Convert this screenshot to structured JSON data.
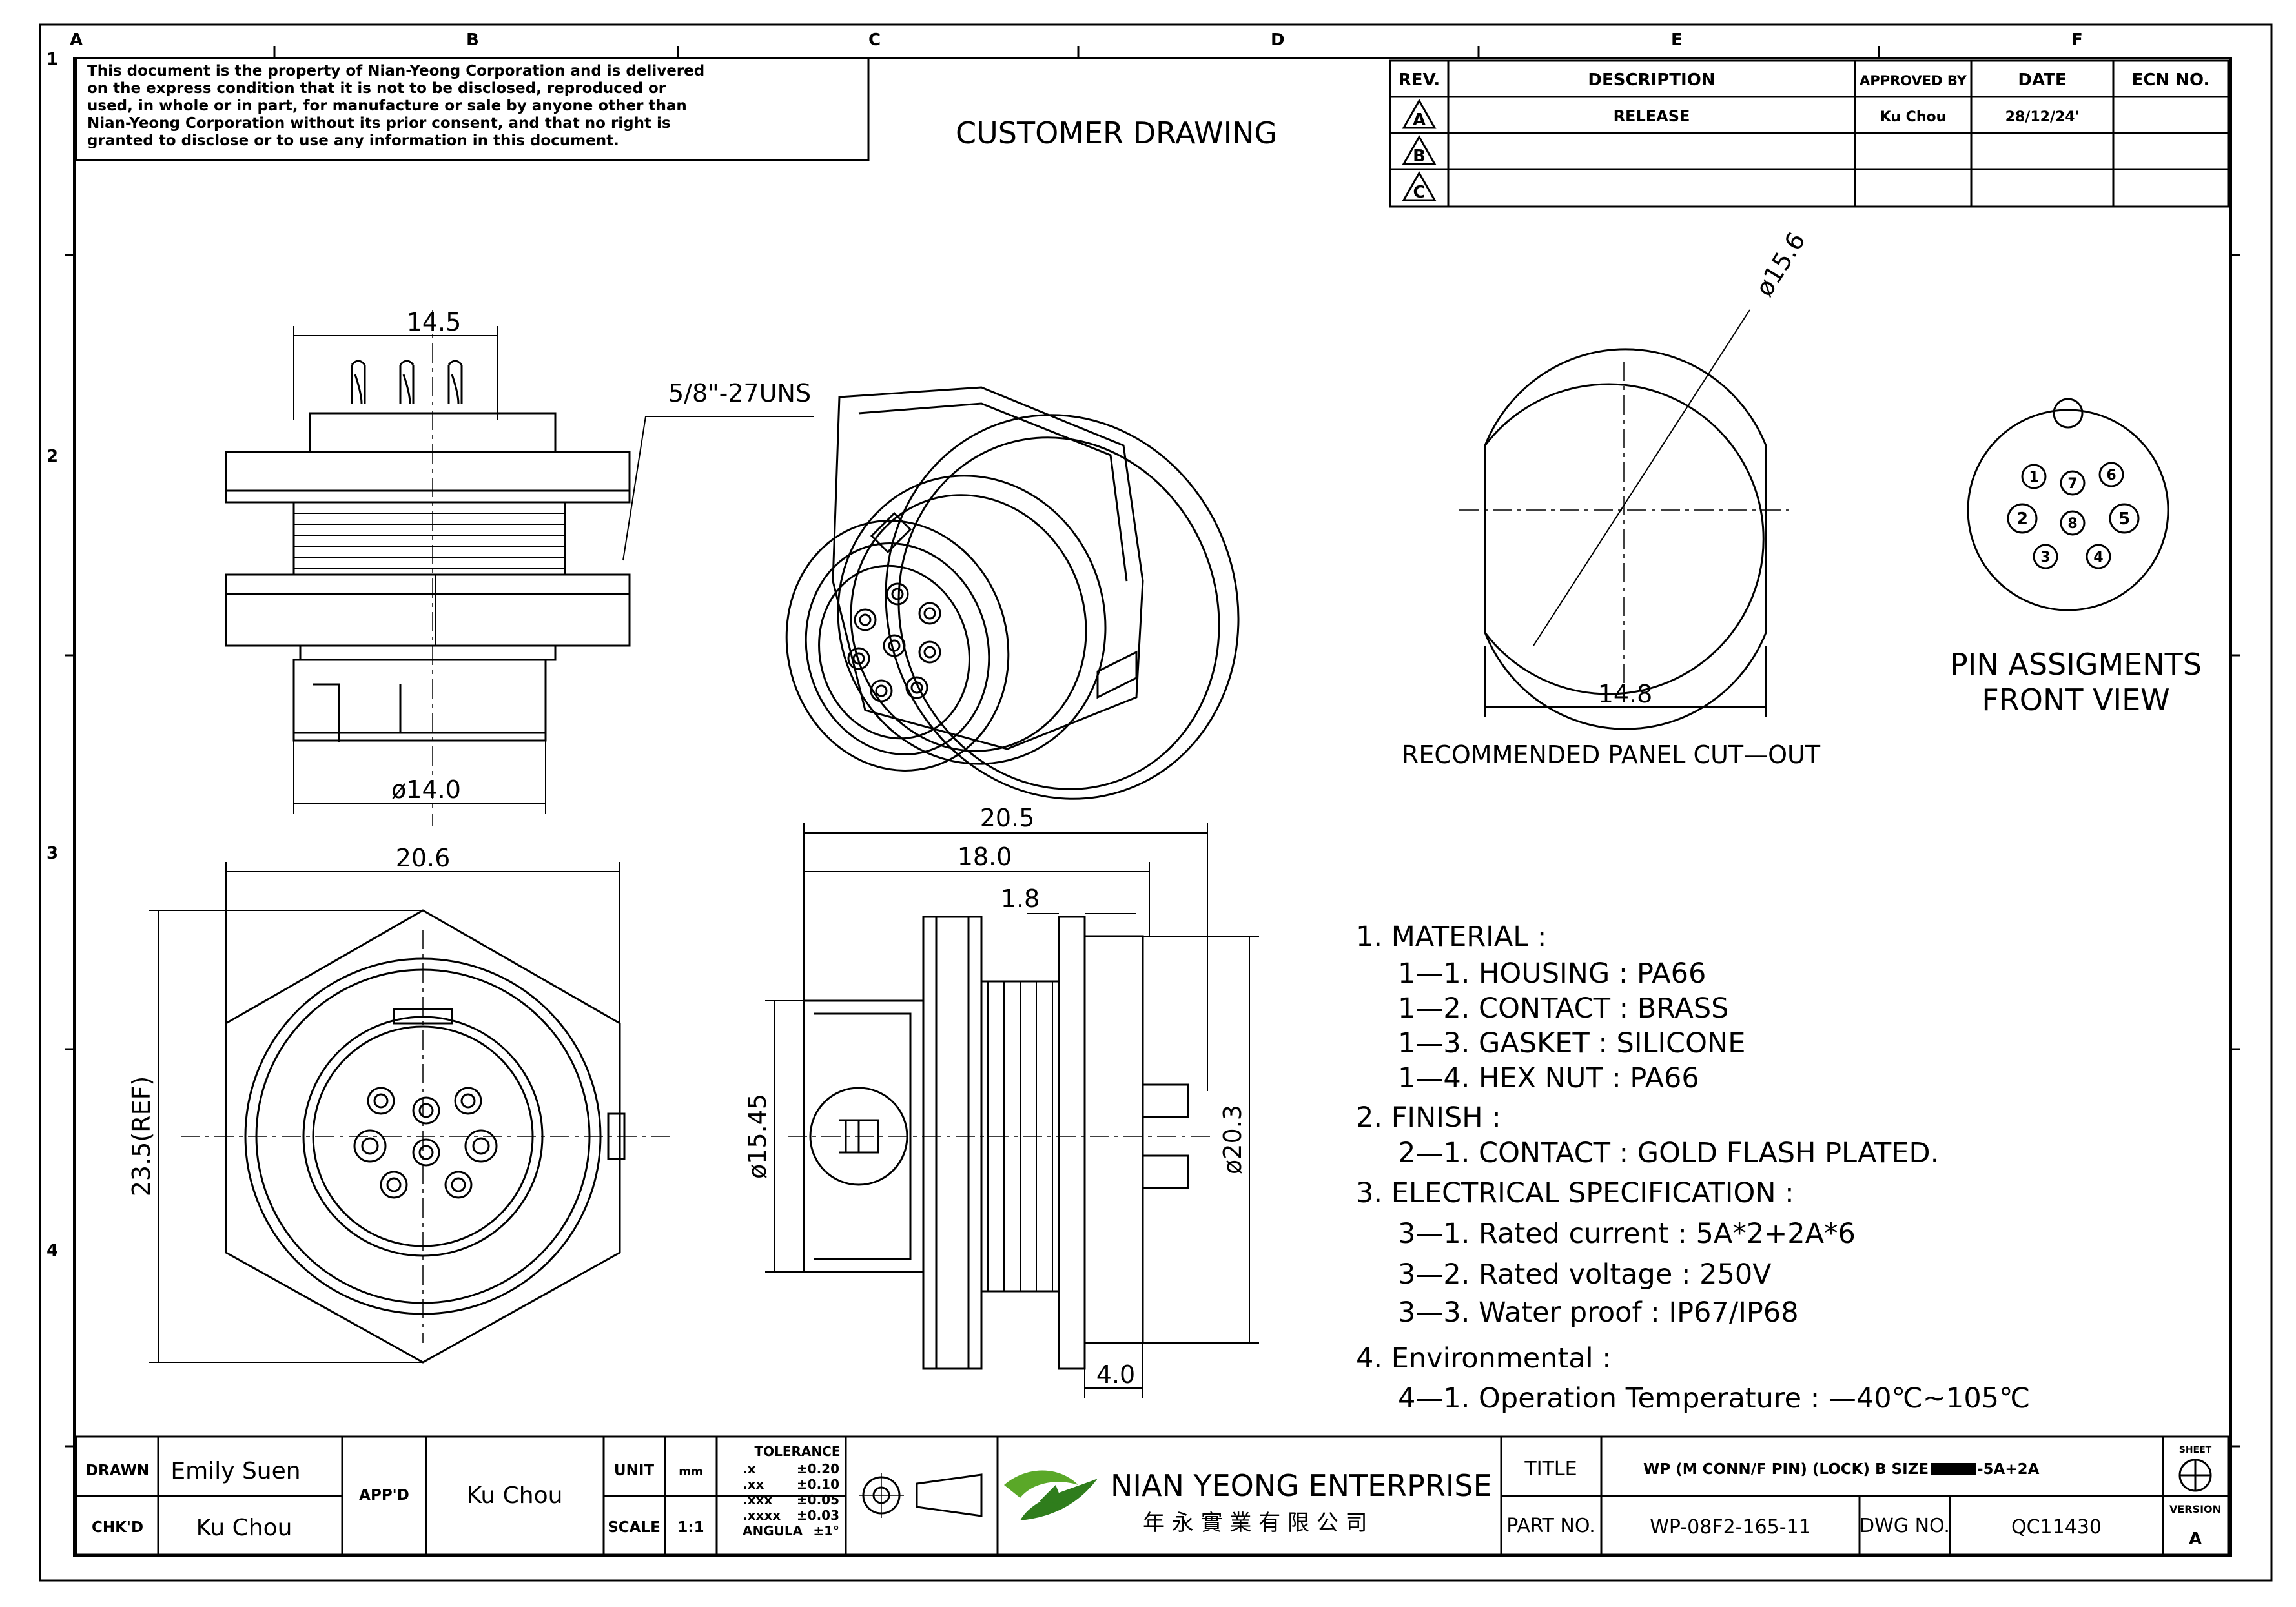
{
  "border": {
    "col_letters": [
      "A",
      "B",
      "C",
      "D",
      "E",
      "F"
    ],
    "row_numbers": [
      "1",
      "2",
      "3",
      "4"
    ]
  },
  "notice": [
    "This document is the property of Nian-Yeong Corporation and is delivered",
    "on  the  express condition that it is not to be disclosed, reproduced or",
    "used, in whole or in part, for manufacture or sale by anyone other than",
    "Nian-Yeong Corporation without  its prior consent, and that  no right  is",
    "granted to disclose or to use any information in this  document."
  ],
  "drawing_type": "CUSTOMER  DRAWING",
  "revision_table": {
    "headers": {
      "rev": "REV.",
      "description": "DESCRIPTION",
      "approved_by": "APPROVED BY",
      "date": "DATE",
      "ecn": "ECN NO."
    },
    "rows": [
      {
        "rev": "A",
        "description": "RELEASE",
        "approved_by": "Ku Chou",
        "date": "28/12/24'",
        "ecn": ""
      },
      {
        "rev": "B",
        "description": "",
        "approved_by": "",
        "date": "",
        "ecn": ""
      },
      {
        "rev": "C",
        "description": "",
        "approved_by": "",
        "date": "",
        "ecn": ""
      }
    ]
  },
  "dimensions": {
    "side_top_width": "14.5",
    "thread": "5/8\"-27UNS",
    "side_bottom_dia": "ø14.0",
    "panel_dia": "ø15.6",
    "panel_width": "14.8",
    "hex_width": "20.6",
    "hex_height": "23.5(REF)",
    "overall_length": "20.5",
    "body_length": "18.0",
    "flange_thk": "1.8",
    "front_dia": "ø15.45",
    "rear_dia": "ø20.3",
    "tail_length": "4.0"
  },
  "labels": {
    "panel_cutout": "RECOMMENDED  PANEL  CUT—OUT",
    "pin_title_1": "PIN  ASSIGMENTS",
    "pin_title_2": "FRONT  VIEW"
  },
  "pins": [
    "1",
    "2",
    "3",
    "4",
    "5",
    "6",
    "7",
    "8"
  ],
  "notes": [
    "1.  MATERIAL  :",
    "1—1.  HOUSING  :  PA66",
    "1—2.  CONTACT  :  BRASS",
    "1—3.  GASKET  :  SILICONE",
    "1—4.  HEX  NUT  :  PA66",
    "2.  FINISH  :",
    "2—1.  CONTACT  :  GOLD  FLASH  PLATED.",
    "3.  ELECTRICAL  SPECIFICATION  :",
    "3—1.  Rated  current  :  5A*2+2A*6",
    "3—2.  Rated  voltage  :  250V",
    "3—3.  Water  proof  :  IP67/IP68",
    "4.  Environmental  :",
    "4—1.  Operation  Temperature  :  —40℃~105℃"
  ],
  "title_block": {
    "drawn_label": "DRAWN",
    "drawn": "Emily Suen",
    "chkd_label": "CHK'D",
    "chkd": "Ku Chou",
    "appd_label": "APP'D",
    "appd": "Ku Chou",
    "unit_label": "UNIT",
    "unit": "mm",
    "scale_label": "SCALE",
    "scale": "1:1",
    "tolerance_title": "TOLERANCE",
    "tolerances": [
      {
        "k": ".x",
        "v": "±0.20"
      },
      {
        "k": ".xx",
        "v": "±0.10"
      },
      {
        "k": ".xxx",
        "v": "±0.05"
      },
      {
        "k": ".xxxx",
        "v": "±0.03"
      },
      {
        "k": "ANGULA",
        "v": "±1°"
      }
    ],
    "company_en": "NIAN YEONG ENTERPRISE",
    "company_zh": "年 永 實 業 有 限 公 司",
    "title_label": "TITLE",
    "title_value": "WP (M CONN/F PIN) (LOCK) B SIZE",
    "title_suffix": "-5A+2A",
    "part_label": "PART NO.",
    "part_no": "WP-08F2-165-11",
    "dwg_label": "DWG NO.",
    "dwg_no": "QC11430",
    "sheet_label": "SHEET",
    "version_label": "VERSION",
    "version": "A"
  }
}
